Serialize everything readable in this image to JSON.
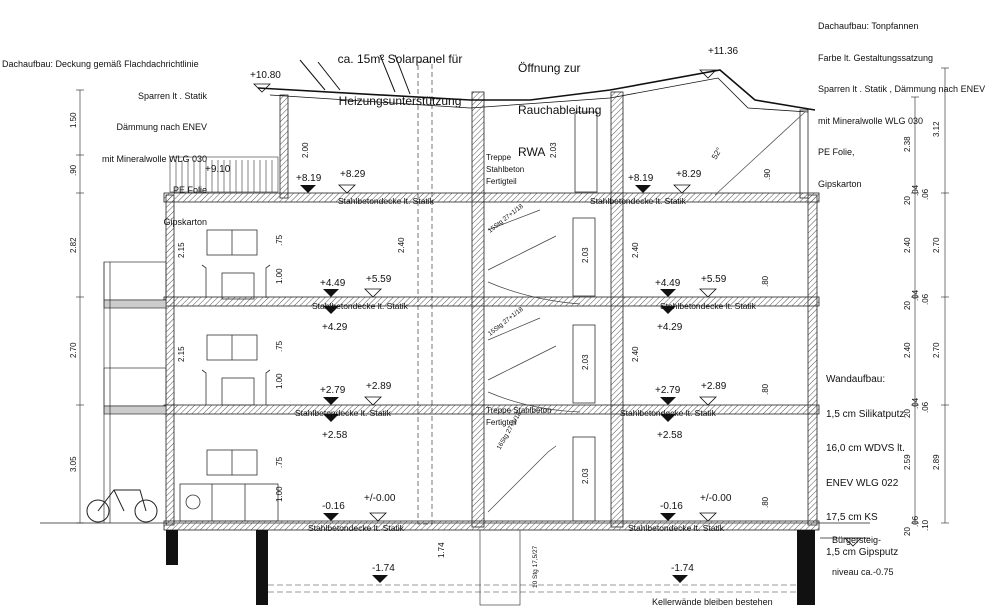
{
  "notes": {
    "roof_left": [
      "Dachaufbau: Deckung gemäß Flachdachrichtlinie",
      "Sparren lt . Statik",
      "Dämmung nach ENEV",
      "mit Mineralwolle WLG 030",
      "PE Folie",
      "Gipskarton"
    ],
    "solar": [
      "ca. 15m² Solarpanel für",
      "Heizungsunterstützung"
    ],
    "smoke": [
      "Öffnung zur",
      "Rauchableitung",
      "RWA"
    ],
    "roof_right": [
      "Dachaufbau: Tonpfannen",
      "Farbe lt. Gestaltungssatzung",
      "Sparren lt . Statik , Dämmung nach ENEV",
      "mit Mineralwolle WLG 030",
      "PE Folie,",
      "Gipskarton"
    ],
    "wall": [
      "Wandaufbau:",
      "1,5 cm Silikatputz",
      "16,0 cm WDVS lt.",
      "ENEV WLG 022",
      "17,5 cm KS",
      "1,5 cm Gipsputz"
    ],
    "sidewalk": [
      "Bürgersteig-",
      "niveau ca.-0.75"
    ],
    "basement": "Kellerwände bleiben bestehen",
    "stair_top": [
      "Treppe",
      "Stahlbeton",
      "Fertigteil"
    ],
    "stair_mid": [
      "Treppe Stahlbeton",
      "Fertigteil"
    ]
  },
  "levels": {
    "roof_ridge": "+11.36",
    "roof_terrace": "+10.80",
    "terrace_rail": "+9.10",
    "f3_raw": "+8.19",
    "f3_fin": "+8.29",
    "f2_raw": "+4.49",
    "f2_fin": "+5.59",
    "f2_under": "+4.29",
    "f1_raw": "+2.79",
    "f1_fin": "+2.89",
    "f1_under": "+2.58",
    "f0_raw": "-0.16",
    "f0_fin": "+/-0.00",
    "basement": "-1.74"
  },
  "slab_label": "Stahlbetondecke lt. Statik",
  "stairs": {
    "f3": "15Stg 27+1/18",
    "f2": "15Stg 27+1/18",
    "f1": "16Stg 27+1/18",
    "basement": "10 Stg 17,5/27"
  },
  "angle": "52°",
  "left_dims": [
    "1.50",
    ".90",
    "2.82",
    "2.70",
    "3.05"
  ],
  "right_dims": [
    "3.12",
    "2.38",
    "2.40",
    "2.70",
    "2.40",
    "2.70",
    "2.59",
    "2.89"
  ],
  "small_right_dims": [
    "20",
    ".04",
    ".06",
    "20",
    ".04",
    ".06",
    "20",
    ".04",
    ".06",
    "20",
    ".06",
    ".10"
  ],
  "interior_dims": {
    "win_left": "2.15",
    "win_left_sill": ".75",
    "table_h": "1.00",
    "f3_height": "2.00",
    "central_h": "2.40",
    "stair_door": "2.03",
    "basement_h": "1.74",
    "right_sill": ".80",
    "right_top": ".90",
    "right_h": "2.40",
    "right_h_top": "2.40"
  }
}
